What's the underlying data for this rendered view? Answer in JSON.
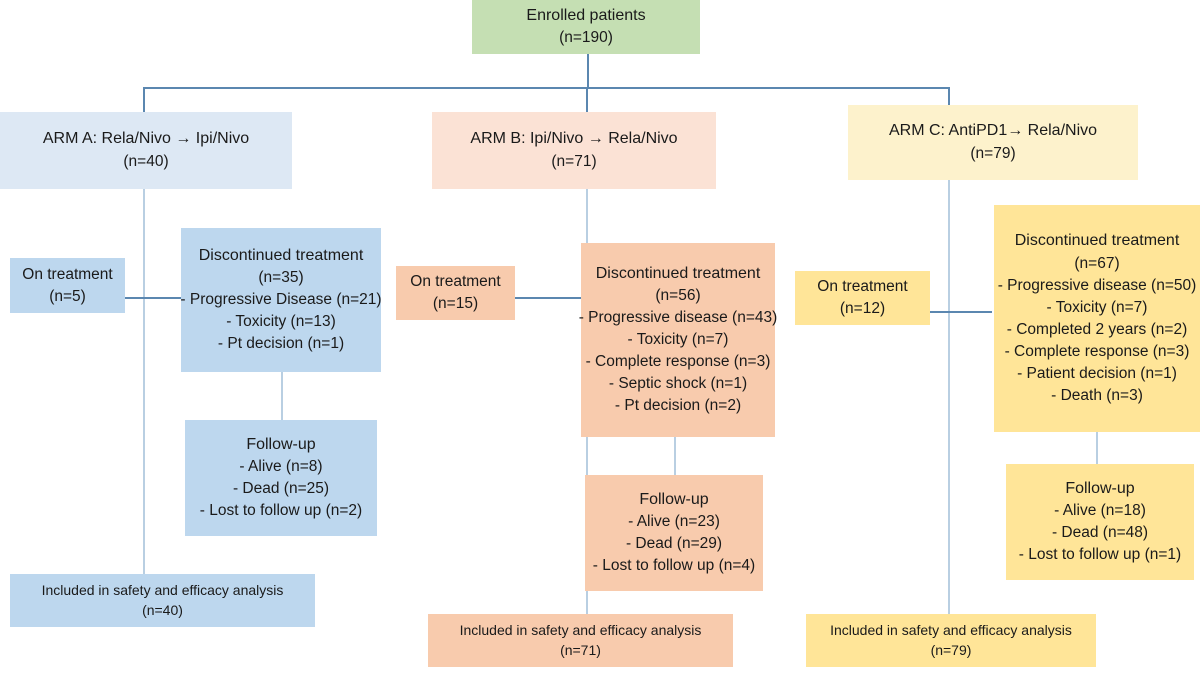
{
  "diagram": {
    "title": "CONSORT-style patient flow diagram",
    "colors": {
      "enrolled": "#c5dfb3",
      "arm_a": "#bdd7ee",
      "arm_a_light": "#dde8f4",
      "arm_b": "#f8cbad",
      "arm_b_light": "#fbe2d5",
      "arm_c": "#ffe598",
      "arm_c_light": "#fdf2cc",
      "connector": "#5b87b0"
    }
  },
  "enrolled": {
    "label": "Enrolled patients",
    "count": "(n=190)"
  },
  "arms": [
    {
      "id": "arm-a",
      "title": "ARM A: Rela/Nivo → Ipi/Nivo",
      "count": "(n=40)",
      "on_treatment": {
        "label": "On treatment",
        "count": "(n=5)"
      },
      "discontinued": {
        "label": "Discontinued treatment",
        "count": "(n=35)",
        "reasons": [
          "- Progressive Disease (n=21)",
          "-      Toxicity (n=13)",
          "-    Pt decision (n=1)"
        ]
      },
      "followup": {
        "label": "Follow-up",
        "items": [
          "- Alive (n=8)",
          "- Dead (n=25)",
          "- Lost to follow up (n=2)"
        ]
      },
      "analysis": {
        "label": "Included in safety and efficacy analysis",
        "count": "(n=40)"
      }
    },
    {
      "id": "arm-b",
      "title": "ARM B: Ipi/Nivo → Rela/Nivo",
      "count": "(n=71)",
      "on_treatment": {
        "label": "On treatment",
        "count": "(n=15)"
      },
      "discontinued": {
        "label": "Discontinued treatment",
        "count": "(n=56)",
        "reasons": [
          "- Progressive disease (n=43)",
          "- Toxicity (n=7)",
          "- Complete response (n=3)",
          "-     Septic shock (n=1)",
          "-      Pt decision (n=2)"
        ]
      },
      "followup": {
        "label": "Follow-up",
        "items": [
          "- Alive (n=23)",
          "- Dead (n=29)",
          "- Lost to follow up (n=4)"
        ]
      },
      "analysis": {
        "label": "Included in safety and efficacy analysis",
        "count": "(n=71)"
      }
    },
    {
      "id": "arm-c",
      "title": "ARM C: AntiPD1→ Rela/Nivo",
      "count": "(n=79)",
      "on_treatment": {
        "label": "On treatment",
        "count": "(n=12)"
      },
      "discontinued": {
        "label": "Discontinued treatment",
        "count": "(n=67)",
        "reasons": [
          "- Progressive disease (n=50)",
          "- Toxicity (n=7)",
          "-     Completed 2 years (n=2)",
          "- Complete response (n=3)",
          "- Patient decision (n=1)",
          "- Death (n=3)"
        ]
      },
      "followup": {
        "label": "Follow-up",
        "items": [
          "- Alive (n=18)",
          "- Dead (n=48)",
          "- Lost to follow up (n=1)"
        ]
      },
      "analysis": {
        "label": "Included in safety and efficacy analysis",
        "count": "(n=79)"
      }
    }
  ]
}
